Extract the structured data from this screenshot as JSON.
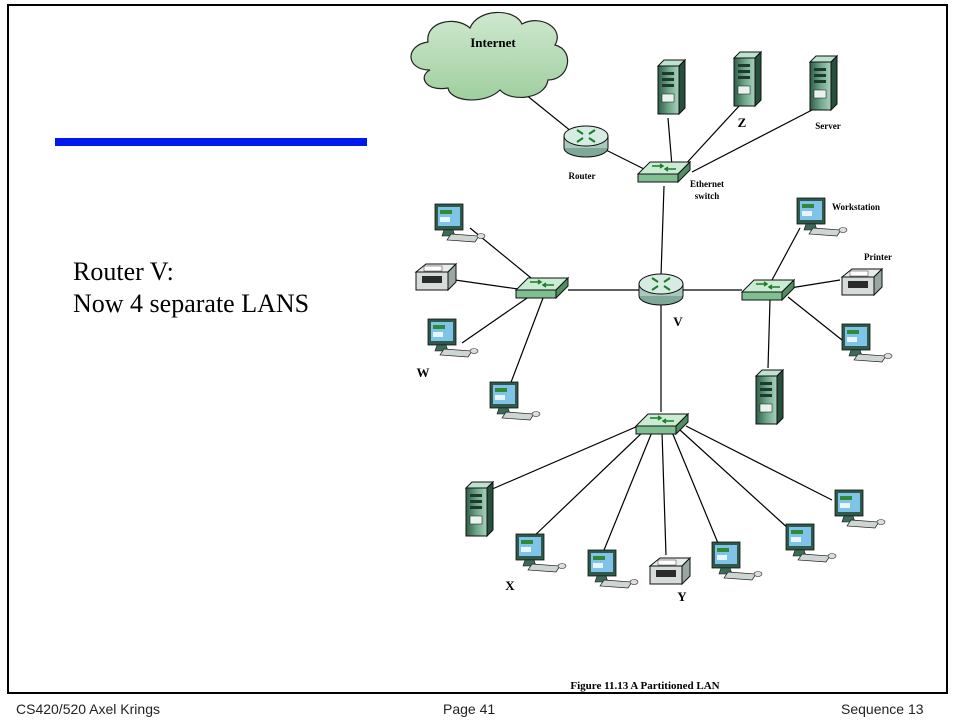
{
  "slide": {
    "body_lines": [
      "Router V:",
      "Now 4 separate LANS"
    ],
    "accent_color": "#0018f0"
  },
  "diagram": {
    "labels": {
      "internet": "Internet",
      "router": "Router",
      "ethernet_line1": "Ethernet",
      "ethernet_line2": "switch",
      "z": "Z",
      "server": "Server",
      "workstation": "Workstation",
      "printer": "Printer",
      "v": "V",
      "w": "W",
      "x": "X",
      "y": "Y"
    },
    "caption": "Figure 11.13  A Partitioned LAN",
    "device_color": "#7fbf92"
  },
  "footer": {
    "left": "CS420/520 Axel Krings",
    "center": "Page 41",
    "right": "Sequence 13"
  }
}
